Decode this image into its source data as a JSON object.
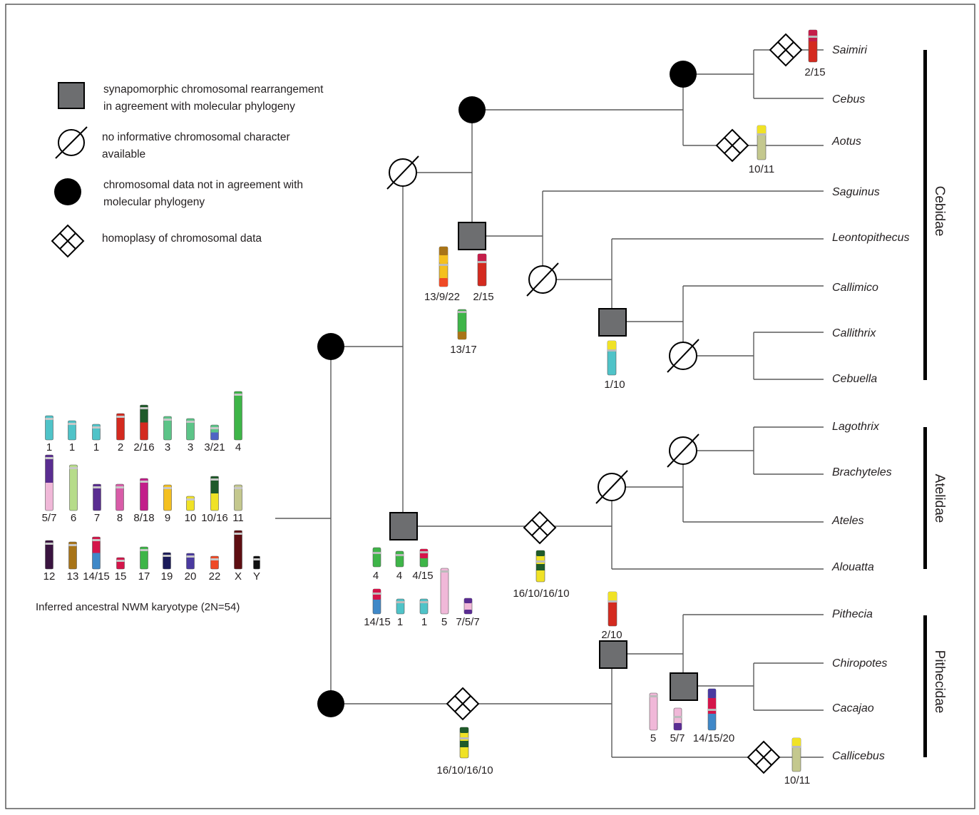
{
  "legend": {
    "square": "synapomorphic chromosomal rearrangement",
    "square_2": "in agreement with molecular phylogeny",
    "empty": "no informative chromosomal character",
    "empty_2": "available",
    "circle": "chromosomal data not in agreement with",
    "circle_2": "molecular phylogeny",
    "diamond": "homoplasy of chromosomal data"
  },
  "taxa": {
    "saimiri": "Saimiri",
    "cebus": "Cebus",
    "aotus": "Aotus",
    "saguinus": "Saguinus",
    "leontopithecus": "Leontopithecus",
    "callimico": "Callimico",
    "callithrix": "Callithrix",
    "cebuella": "Cebuella",
    "lagothrix": "Lagothrix",
    "brachyteles": "Brachyteles",
    "ateles": "Ateles",
    "alouatta": "Alouatta",
    "pithecia": "Pithecia",
    "chiropotes": "Chiropotes",
    "cacajao": "Cacajao",
    "callicebus": "Callicebus"
  },
  "families": {
    "cebidae": "Cebidae",
    "atelidae": "Atelidae",
    "pithecidae": "Pithecidae"
  },
  "karyotype": {
    "caption": "Inferred ancestral NWM karyotype (2N=54)",
    "rows": [
      [
        {
          "label": "1",
          "colors": [
            "#4fc3c8"
          ]
        },
        {
          "label": "1",
          "colors": [
            "#4fc3c8"
          ]
        },
        {
          "label": "1",
          "colors": [
            "#4fc3c8"
          ]
        },
        {
          "label": "2",
          "colors": [
            "#d42a1f"
          ]
        },
        {
          "label": "2/16",
          "colors": [
            "#1f5a2a",
            "#d42a1f"
          ]
        },
        {
          "label": "3",
          "colors": [
            "#5cc488"
          ]
        },
        {
          "label": "3",
          "colors": [
            "#5cc488"
          ]
        },
        {
          "label": "3/21",
          "colors": [
            "#5cc488",
            "#4f63c4"
          ]
        },
        {
          "label": "4",
          "colors": [
            "#3eb548"
          ]
        }
      ],
      [
        {
          "label": "5/7",
          "colors": [
            "#5a2d91",
            "#f0b8d8"
          ]
        },
        {
          "label": "6",
          "colors": [
            "#b6dc8a"
          ]
        },
        {
          "label": "7",
          "colors": [
            "#5a2d91"
          ]
        },
        {
          "label": "8",
          "colors": [
            "#d85ca8"
          ]
        },
        {
          "label": "8/18",
          "colors": [
            "#c21e8a"
          ]
        },
        {
          "label": "9",
          "colors": [
            "#f4c020"
          ]
        },
        {
          "label": "10",
          "colors": [
            "#f0e226"
          ]
        },
        {
          "label": "10/16",
          "colors": [
            "#1f5a2a",
            "#f0e226"
          ]
        },
        {
          "label": "11",
          "colors": [
            "#c4c88e"
          ]
        }
      ],
      [
        {
          "label": "12",
          "colors": [
            "#3a1440"
          ]
        },
        {
          "label": "13",
          "colors": [
            "#a87418"
          ]
        },
        {
          "label": "14/15",
          "colors": [
            "#d4154a",
            "#3f88c8"
          ]
        },
        {
          "label": "15",
          "colors": [
            "#d4154a"
          ]
        },
        {
          "label": "17",
          "colors": [
            "#3eb548"
          ]
        },
        {
          "label": "19",
          "colors": [
            "#1a1a5a"
          ]
        },
        {
          "label": "20",
          "colors": [
            "#4a3aa0"
          ]
        },
        {
          "label": "22",
          "colors": [
            "#ef4a26"
          ]
        },
        {
          "label": "X",
          "colors": [
            "#5e0e12"
          ]
        },
        {
          "label": "Y",
          "colors": [
            "#111111"
          ]
        }
      ]
    ]
  },
  "chrom_labels": {
    "c13922": "13/9/22",
    "c215a": "2/15",
    "c1317": "13/17",
    "c110": "1/10",
    "c215b": "2/15",
    "c1011a": "10/11",
    "c4a": "4",
    "c4b": "4",
    "c415": "4/15",
    "c1415": "14/15",
    "c1a": "1",
    "c1b": "1",
    "c5a": "5",
    "c757": "7/5/7",
    "c16a": "16/10/16/10",
    "c16b": "16/10/16/10",
    "c210": "2/10",
    "c5b": "5",
    "c57": "5/7",
    "c141520": "14/15/20",
    "c1011b": "10/11"
  },
  "colors": {
    "square_fill": "#6d6e70",
    "circle_fill": "#000000",
    "branch": "#5a5a5a",
    "family_bar": "#000000"
  }
}
